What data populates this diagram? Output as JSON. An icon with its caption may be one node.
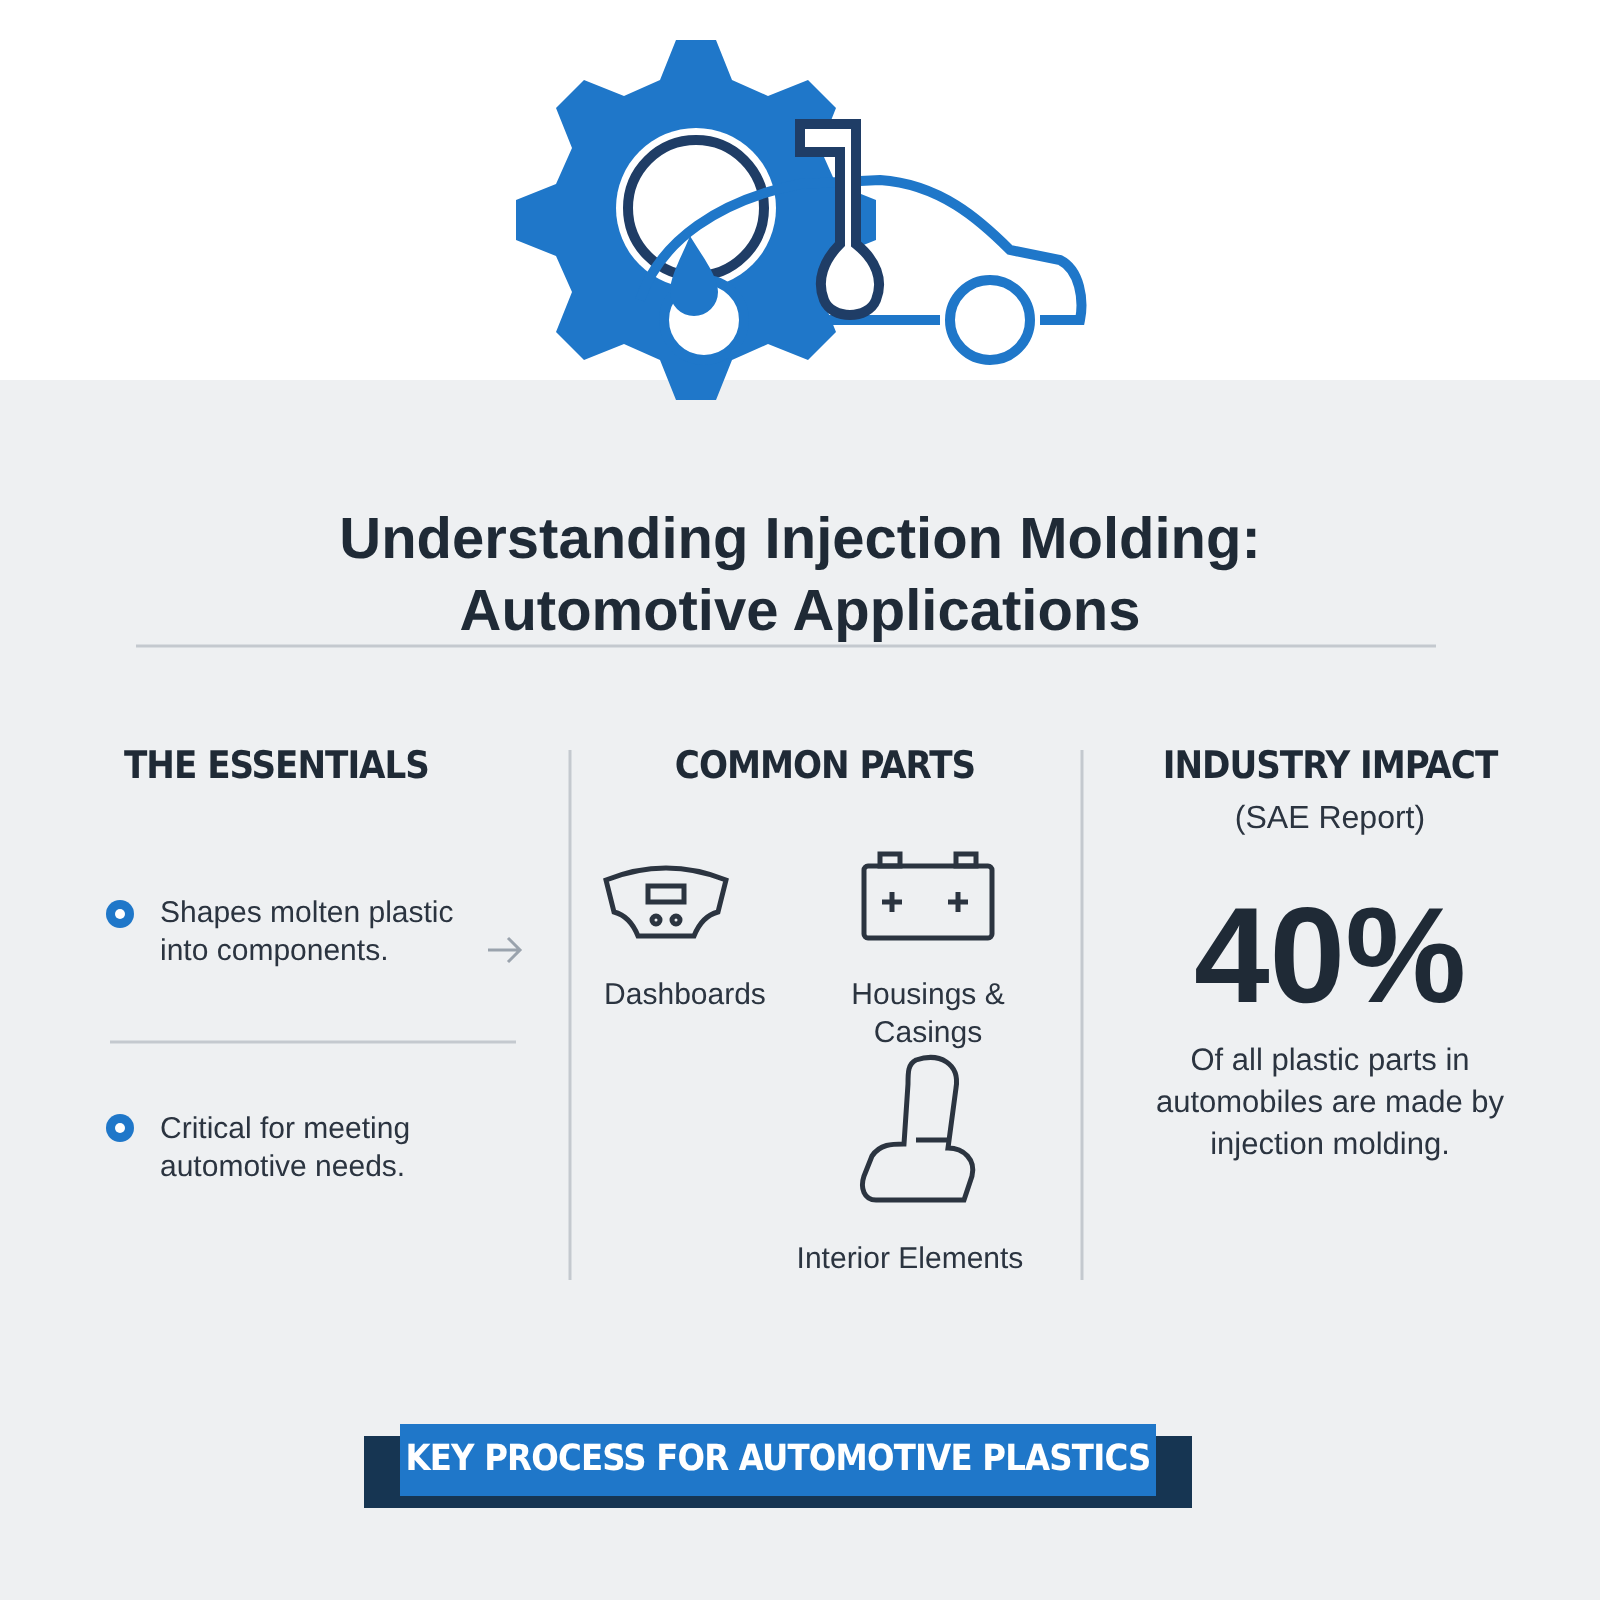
{
  "diagram": {
    "title": "Understanding Injection Molding: Automotive Applications",
    "labels": [
      "THE ESSENTIALS",
      "Shapes molten plastic into components.",
      "Critical for meeting automotive needs.",
      "COMMON PARTS",
      "Dashboards",
      "Housings & Casings",
      "Interior Elements",
      "INDUSTRY IMPACT",
      "(SAE Report)",
      "40%",
      "Of all plastic parts in automobiles are made by injection molding.",
      "KEY PROCESS FOR AUTOMOTIVE PLASTICS"
    ]
  }
}
